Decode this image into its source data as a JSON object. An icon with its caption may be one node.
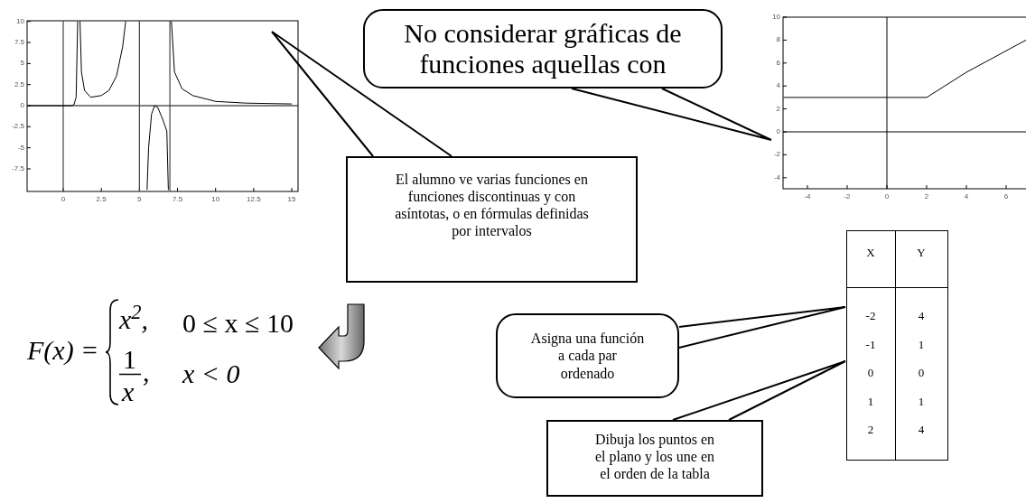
{
  "diagram": {
    "nodes": [
      {
        "text": [],
        "shape": "picture"
      },
      {
        "text": [],
        "shape": "picture"
      },
      {
        "text": [
          "No considerar gráficas de funciones aquellas con"
        ]
      },
      {
        "text": [
          "El alumno ve varias funciones en funciones discontinuas y con asíntotas, o en fórmulas definidas por intervalos"
        ]
      },
      {
        "text": [
          "F(x) =",
          "x$^{2}$,",
          "0 ≤ x ≤ 10",
          "1",
          "x",
          ",",
          "x < 0"
        ]
      },
      {
        "text": [],
        "shape": "box"
      },
      {
        "text": [
          "Asigna una función a cada par ordenado"
        ]
      },
      {
        "text": [
          "Dibuja los puntos en el plano y los une en el orden de la tabla"
        ]
      }
    ],
    "edges": [
      {
        "from": 3,
        "to": 0,
        "arrow": "none"
      },
      {
        "from": 2,
        "to": 1,
        "arrow": "none"
      },
      {
        "from": 3,
        "to": 4,
        "arrow": "to",
        "style": "thick"
      },
      {
        "from": 6,
        "to": 5,
        "arrow": "none"
      },
      {
        "from": 7,
        "to": 5,
        "arrow": "none"
      }
    ],
    "labels": [
      "10",
      "7.5",
      "5",
      "2.5",
      "0",
      "-2.5",
      "-5",
      "-7.5",
      "0",
      "2.5",
      "5",
      "7.5",
      "10",
      "12.5",
      "15",
      "10",
      "8",
      "6",
      "4",
      "2",
      "0",
      "-2",
      "-4",
      "-4",
      "-2",
      "0",
      "2",
      "4",
      "6",
      "X",
      "Y",
      "-2",
      "4",
      "-1",
      "1",
      "0",
      "0",
      "1",
      "1",
      "2",
      "4"
    ]
  }
}
